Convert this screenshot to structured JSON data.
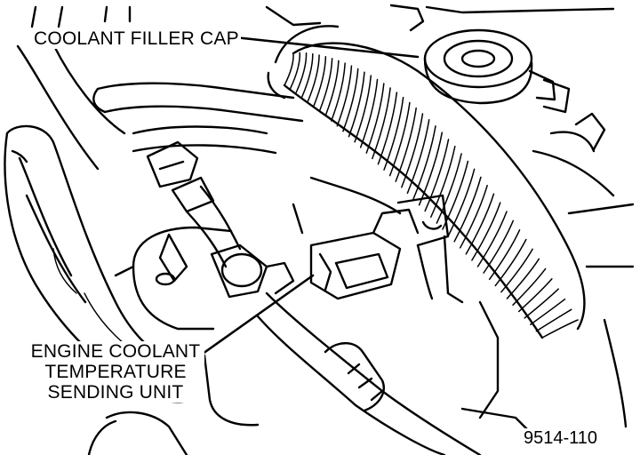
{
  "diagram": {
    "callouts": {
      "filler_cap": "COOLANT FILLER CAP",
      "sending_unit": {
        "line1": "ENGINE COOLANT",
        "line2": "TEMPERATURE",
        "line3": "SENDING UNIT"
      }
    },
    "figure_number": "9514-110"
  }
}
